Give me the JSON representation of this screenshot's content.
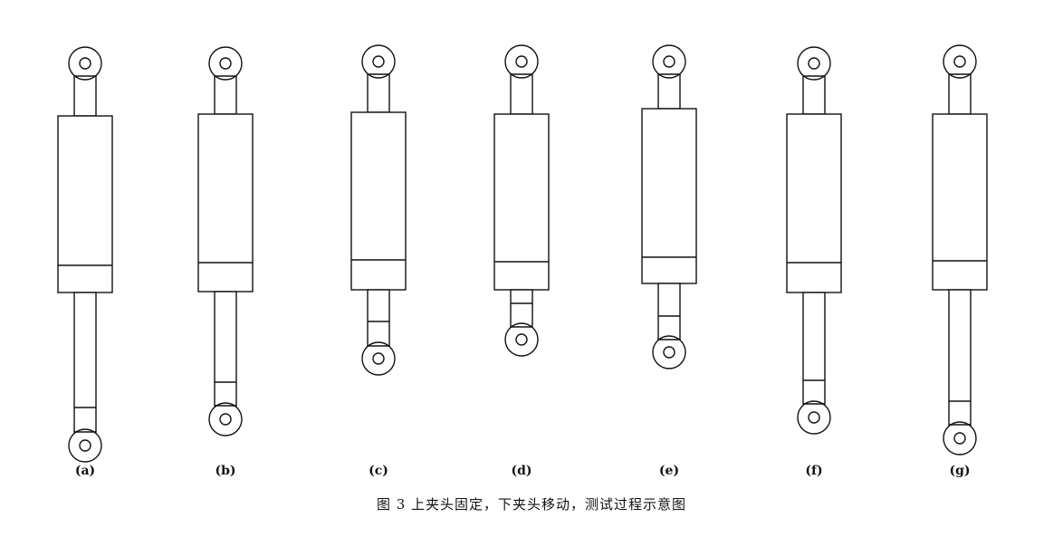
{
  "figure": {
    "labels": [
      "(a)",
      "(b)",
      "(c)",
      "(d)",
      "(e)",
      "(f)",
      "(g)"
    ],
    "caption": "图 3 上夹头固定，下夹头移动，测试过程示意图"
  }
}
